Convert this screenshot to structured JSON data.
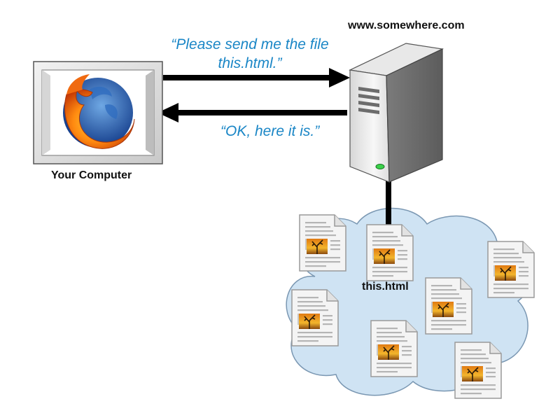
{
  "server": {
    "hostname": "www.somewhere.com"
  },
  "client": {
    "label": "Your Computer"
  },
  "messages": {
    "request_line1": "“Please send me the file",
    "request_line2": "this.html.”",
    "response": "“OK, here it is.”"
  },
  "files": {
    "highlighted_label": "this.html"
  },
  "colors": {
    "quote_text": "#1a86c6",
    "cloud_fill": "#cfe3f3",
    "arrow": "#000000"
  },
  "icons": {
    "browser": "firefox-logo-icon",
    "server": "server-tower-icon",
    "file": "image-document-icon"
  }
}
